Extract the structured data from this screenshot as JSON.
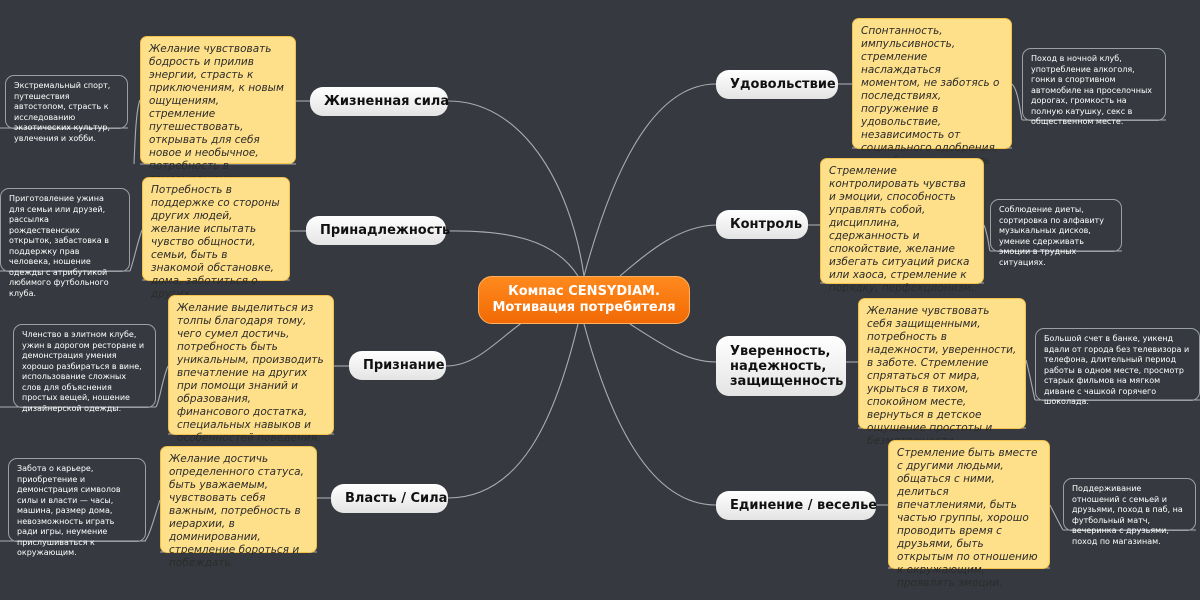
{
  "central": {
    "title": "Компас CENSYDIAM. Мотивация потребителя"
  },
  "left": [
    {
      "label": "Жизненная сила",
      "note": "Желание чувствовать бодрость и прилив энергии, страсть к приключениям, к новым ощущениям, стремление путешествовать, открывать для себя новое и необычное, потребность в самовыражении, инновациях и творчестве.",
      "example": "Экстремальный спорт, путешествия автостопом, страсть к исследованию экзотических культур, увлечения и хобби."
    },
    {
      "label": "Принадлежность",
      "note": "Потребность в поддержке со стороны других людей, желание испытать чувство общности, семьи, быть в знакомой обстановке, дома, заботиться о других.",
      "example": "Приготовление ужина для семьи или друзей, рассылка рождественских открыток, забастовка в поддержку прав человека, ношение одежды с атрибутикой любимого футбольного клуба."
    },
    {
      "label": "Признание",
      "note": "Желание выделиться из толпы благодаря тому, чего сумел достичь, потребность быть уникальным, производить впечатление на других при помощи знаний и образования, финансового достатка, специальных навыков и особенностей поведения.",
      "example": "Членство в элитном клубе, ужин в дорогом ресторане и демонстрация умения хорошо разбираться в вине, использование сложных слов для объяснения простых вещей, ношение дизайнерской одежды."
    },
    {
      "label": "Власть / Сила",
      "note": "Желание достичь определенного статуса, быть уважаемым, чувствовать себя важным, потребность в иерархии, в доминировании, стремление бороться и побеждать.",
      "example": "Забота о карьере, приобретение и демонстрация символов силы и власти — часы, машина, размер дома, невозможность играть ради игры, неумение прислушиваться к окружающим."
    }
  ],
  "right": [
    {
      "label": "Удовольствие",
      "note": "Спонтанность, импульсивность, стремление наслаждаться моментом, не заботясь о последствиях, погружение в удовольствие, независимость от социального одобрения, способность отпустить механизмы самоконтроля.",
      "example": "Поход в ночной клуб, употребление алкоголя, гонки в спортивном автомобиле на проселочных дорогах, громкость на полную катушку, секс в общественном месте."
    },
    {
      "label": "Контроль",
      "note": "Стремление контролировать чувства и эмоции, способность управлять собой, дисциплина, сдержанность и спокойствие, желание избегать ситуаций риска или хаоса, стремление к порядку, перфекционизм.",
      "example": "Соблюдение диеты, сортировка по алфавиту музыкальных дисков, умение сдерживать эмоции в трудных ситуациях."
    },
    {
      "label": "Уверенность, надежность, защищенность",
      "note": "Желание чувствовать себя защищенными, потребность в надежности, уверенности, в заботе. Стремление спрятаться от мира, укрыться в тихом, спокойном месте, вернуться в детское ощущение простоты и безмятежности.",
      "example": "Большой счет в банке, уикенд вдали от города без телевизора и телефона, длительный период работы в одном месте, просмотр старых фильмов на мягком диване с чашкой горячего шоколада."
    },
    {
      "label": "Единение / веселье",
      "note": "Стремление быть вместе с другими людьми, общаться с ними, делиться впечатлениями, быть частью группы, хорошо проводить время с друзьями, быть открытым по отношению к окружающим, проявлять эмоции.",
      "example": "Поддерживание отношений с семьей и друзьями, поход в паб, на футбольный матч, вечеринка с друзьями, поход по магазинам."
    }
  ]
}
